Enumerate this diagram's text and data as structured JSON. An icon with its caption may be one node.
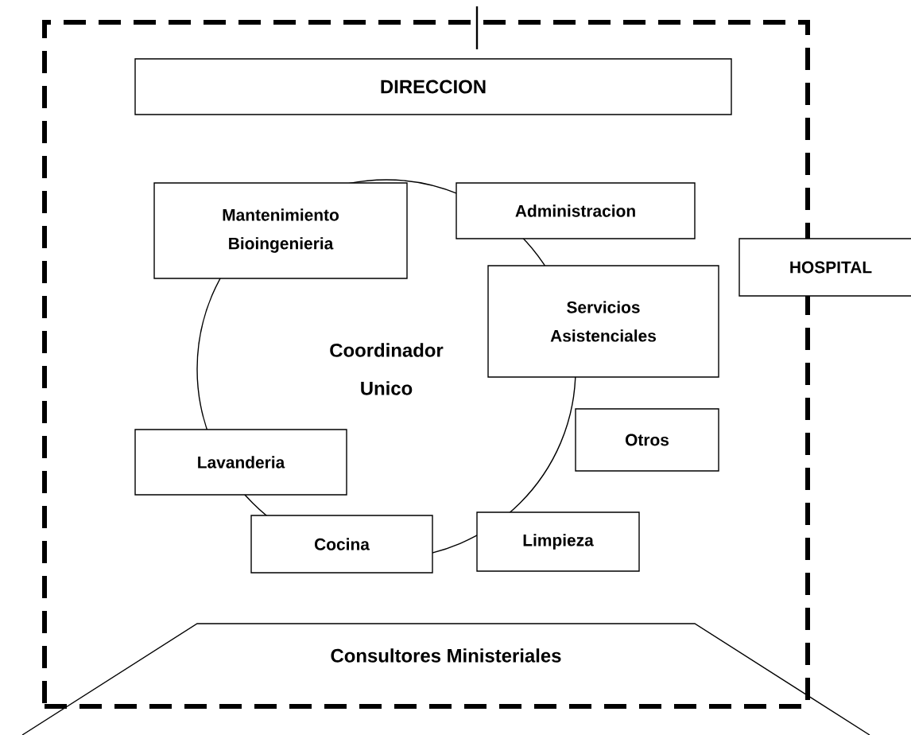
{
  "diagram": {
    "nodes": [
      {
        "text": [],
        "shape": "box"
      },
      {
        "text": [
          "DIRECCION"
        ],
        "in": 0
      },
      {
        "text": [
          "Coordinador Unico"
        ],
        "in": 0
      },
      {
        "text": [
          "Mantenimiento Bioingenieria"
        ],
        "in": 0
      },
      {
        "text": [
          "Administracion"
        ],
        "in": 0
      },
      {
        "text": [
          "HOSPITAL"
        ]
      },
      {
        "text": [
          "Servicios Asistenciales"
        ],
        "in": 0
      },
      {
        "text": [
          "Otros"
        ],
        "in": 0
      },
      {
        "text": [
          "Lavanderia"
        ],
        "in": 0
      },
      {
        "text": [
          "Cocina"
        ],
        "in": 0
      },
      {
        "text": [
          "Limpieza"
        ],
        "in": 0
      },
      {
        "text": [
          "Consultores Ministeriales"
        ]
      }
    ]
  }
}
